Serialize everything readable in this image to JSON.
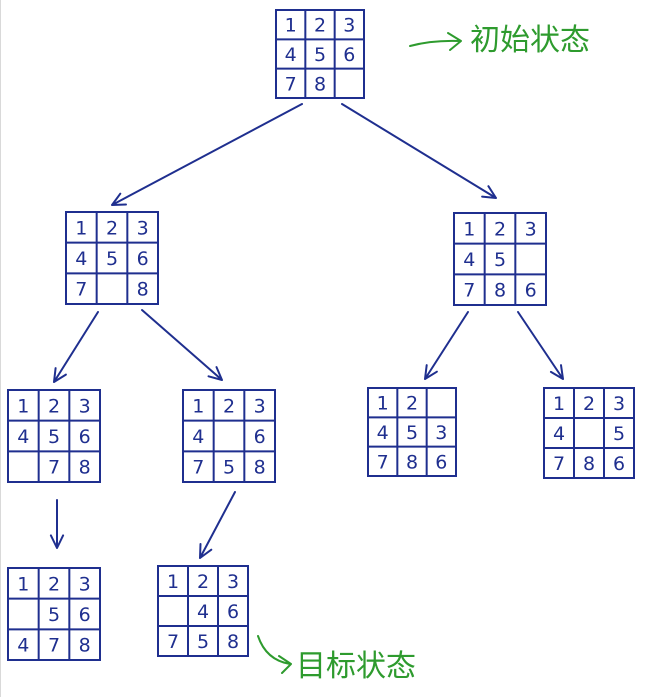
{
  "colors": {
    "ink": "#1f2f8f",
    "annotation": "#2e9b2e"
  },
  "annotations": {
    "initial_state_label": "初始状态",
    "goal_state_label": "目标状态"
  },
  "states": {
    "root": [
      [
        "1",
        "2",
        "3"
      ],
      [
        "4",
        "5",
        "6"
      ],
      [
        "7",
        "8",
        ""
      ]
    ],
    "left": [
      [
        "1",
        "2",
        "3"
      ],
      [
        "4",
        "5",
        "6"
      ],
      [
        "7",
        "",
        "8"
      ]
    ],
    "right": [
      [
        "1",
        "2",
        "3"
      ],
      [
        "4",
        "5",
        ""
      ],
      [
        "7",
        "8",
        "6"
      ]
    ],
    "left_left": [
      [
        "1",
        "2",
        "3"
      ],
      [
        "4",
        "5",
        "6"
      ],
      [
        "",
        "7",
        "8"
      ]
    ],
    "left_right": [
      [
        "1",
        "2",
        "3"
      ],
      [
        "4",
        "",
        "6"
      ],
      [
        "7",
        "5",
        "8"
      ]
    ],
    "right_left": [
      [
        "1",
        "2",
        ""
      ],
      [
        "4",
        "5",
        "3"
      ],
      [
        "7",
        "8",
        "6"
      ]
    ],
    "right_right": [
      [
        "1",
        "2",
        "3"
      ],
      [
        "4",
        "",
        "5"
      ],
      [
        "7",
        "8",
        "6"
      ]
    ],
    "left_left_child": [
      [
        "1",
        "2",
        "3"
      ],
      [
        "",
        "5",
        "6"
      ],
      [
        "4",
        "7",
        "8"
      ]
    ],
    "left_right_child": [
      [
        "1",
        "2",
        "3"
      ],
      [
        "",
        "4",
        "6"
      ],
      [
        "7",
        "5",
        "8"
      ]
    ]
  }
}
